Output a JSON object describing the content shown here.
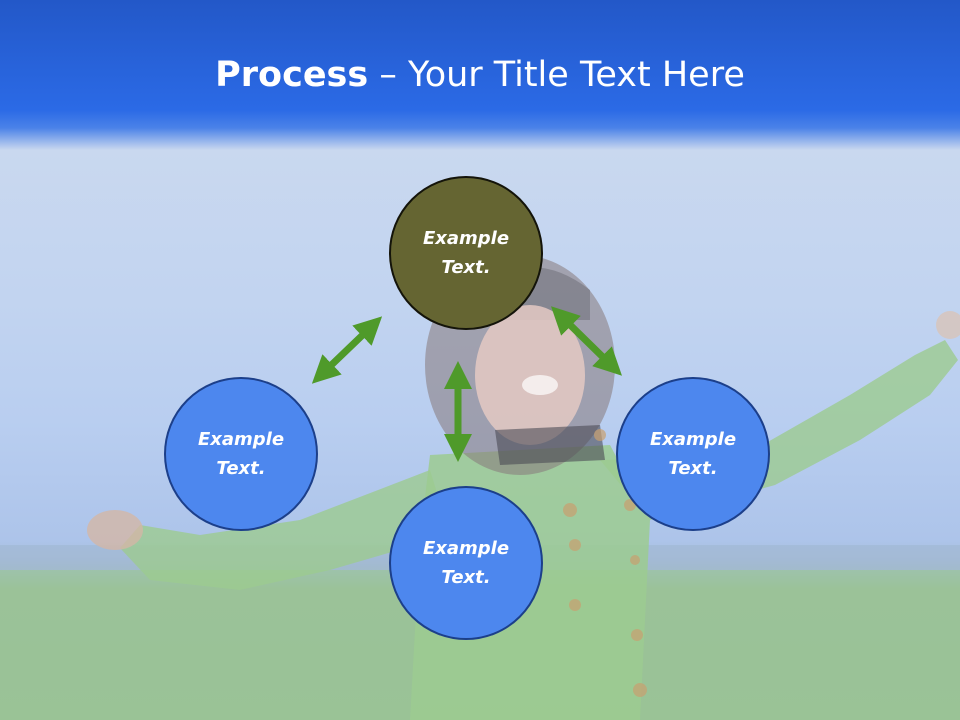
{
  "title": {
    "bold": "Process",
    "rest": " – Your Title Text Here"
  },
  "nodes": {
    "top": "Example Text.",
    "left": "Example Text.",
    "right": "Example Text.",
    "bottom": "Example Text."
  },
  "colors": {
    "top_node": "#656532",
    "side_nodes": "#4d87ee",
    "node_border": "#1c3f8a",
    "arrow": "#4f9a2a",
    "header_band": "#2b6ae6"
  },
  "icons": {
    "arrows": "double-headed-arrow"
  }
}
